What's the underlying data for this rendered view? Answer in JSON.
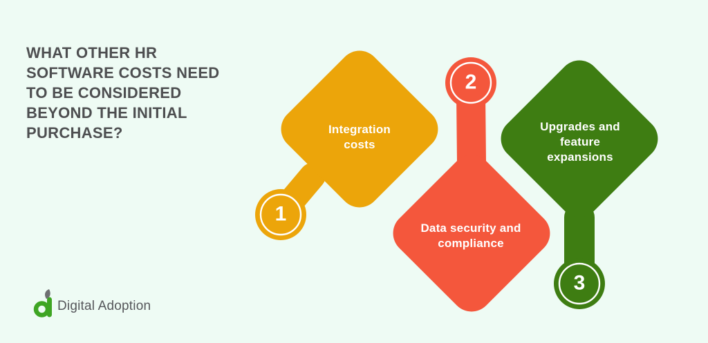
{
  "background_color": "#EEFBF4",
  "title": "WHAT OTHER HR\nSOFTWARE COSTS NEED\nTO BE CONSIDERED\nBEYOND THE INITIAL\nPURCHASE?",
  "title_color": "#4D4E50",
  "steps": [
    {
      "number": "1",
      "label": "Integration\ncosts",
      "color": "#ECA50A"
    },
    {
      "number": "2",
      "label": "Data security and\ncompliance",
      "color": "#F4573C"
    },
    {
      "number": "3",
      "label": "Upgrades and\nfeature\nexpansions",
      "color": "#3E7D12"
    }
  ],
  "logo": {
    "text": "Digital Adoption",
    "icon": "digital-adoption-d-leaf-logo",
    "icon_green": "#3EA523",
    "icon_leaf_gray": "#6E6F72",
    "text_color": "#55565A"
  }
}
